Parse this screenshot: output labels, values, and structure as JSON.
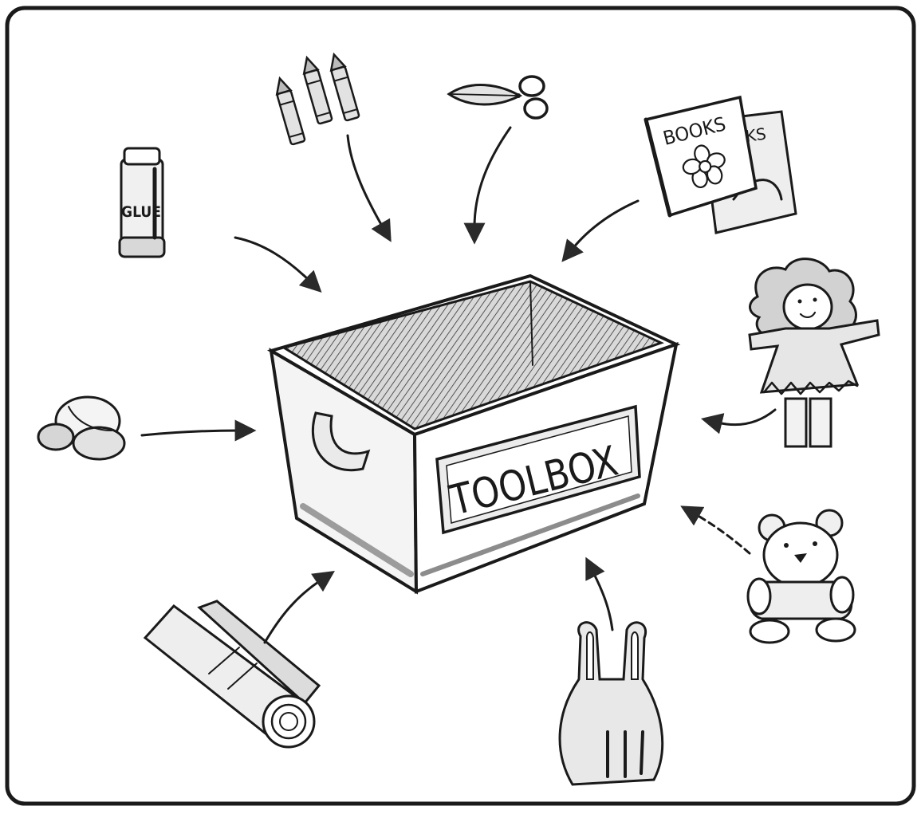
{
  "box_label": "TOOLBOX",
  "glue_label": "GLUE",
  "book_front_label": "BOOKS",
  "book_back_label": "KS",
  "items": [
    {
      "name": "glue-stick",
      "label": "GLUE"
    },
    {
      "name": "crayons"
    },
    {
      "name": "scissors"
    },
    {
      "name": "books",
      "label": "BOOKS"
    },
    {
      "name": "doll"
    },
    {
      "name": "stones"
    },
    {
      "name": "teddy-bear"
    },
    {
      "name": "rolled-newspaper"
    },
    {
      "name": "plastic-bag"
    }
  ],
  "colors": {
    "ink": "#1a1a1a",
    "paper": "#ffffff",
    "shade_light": "#e6e6e6",
    "shade_mid": "#c8c8c8",
    "shade_dark": "#8a8a8a"
  }
}
